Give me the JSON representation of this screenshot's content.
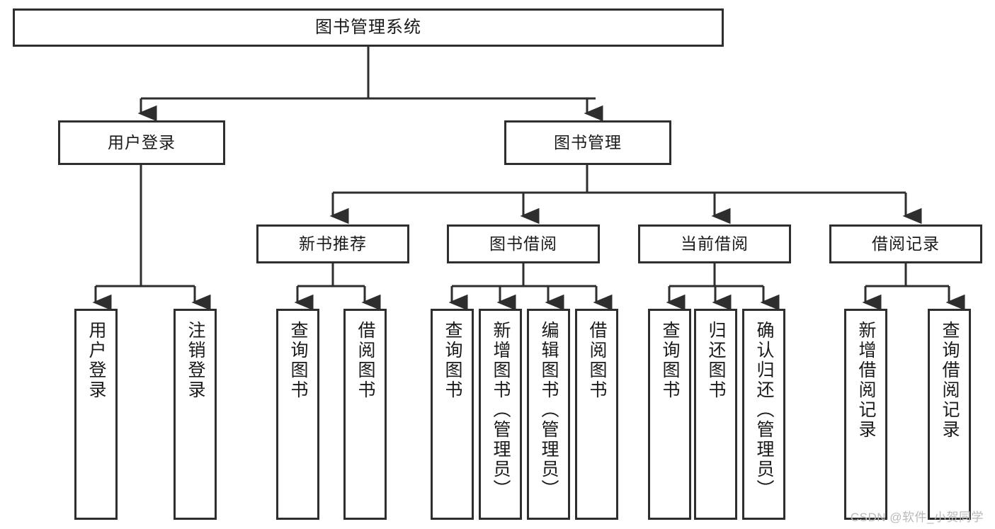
{
  "diagram": {
    "title": "图书管理系统",
    "levels": {
      "root": {
        "label": "图书管理系统"
      },
      "level2": [
        {
          "label": "用户登录"
        },
        {
          "label": "图书管理"
        }
      ],
      "level3": [
        {
          "label": "新书推荐"
        },
        {
          "label": "图书借阅"
        },
        {
          "label": "当前借阅"
        },
        {
          "label": "借阅记录"
        }
      ],
      "leaves": [
        {
          "label": "用户登录",
          "parent": "用户登录"
        },
        {
          "label": "注销登录",
          "parent": "用户登录"
        },
        {
          "label": "查询图书",
          "parent": "新书推荐"
        },
        {
          "label": "借阅图书",
          "parent": "新书推荐"
        },
        {
          "label": "查询图书",
          "parent": "图书借阅"
        },
        {
          "label": "新增图书（管理员）",
          "parent": "图书借阅"
        },
        {
          "label": "编辑图书（管理员）",
          "parent": "图书借阅"
        },
        {
          "label": "借阅图书",
          "parent": "图书借阅"
        },
        {
          "label": "查询图书",
          "parent": "当前借阅"
        },
        {
          "label": "归还图书",
          "parent": "当前借阅"
        },
        {
          "label": "确认归还（管理员）",
          "parent": "当前借阅"
        },
        {
          "label": "新增借阅记录",
          "parent": "借阅记录"
        },
        {
          "label": "查询借阅记录",
          "parent": "借阅记录"
        }
      ]
    },
    "colors": {
      "stroke": "#2e2e2e",
      "text": "#1a1a1a",
      "background": "#ffffff",
      "watermark": "#b9b9b9"
    }
  },
  "watermark": {
    "text": "CSDN @软件_小贺同学"
  }
}
